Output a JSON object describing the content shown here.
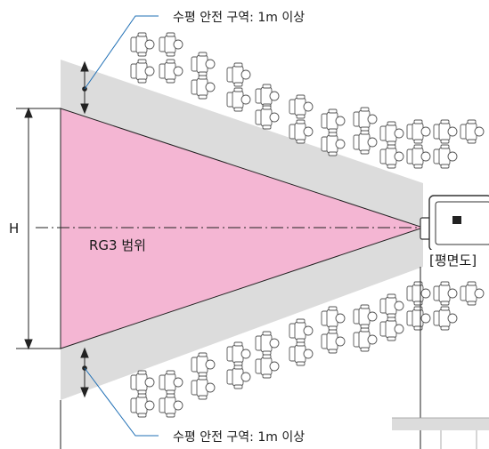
{
  "labels": {
    "safety_top": "수평 안전 구역: 1m 이상",
    "safety_bottom": "수평 안전 구역: 1m 이상",
    "height": "H",
    "rg3_range": "RG3 범위",
    "plan_view": "[평면도]"
  },
  "colors": {
    "safety_zone": "#dcdcdc",
    "rg3_zone": "#f4b6d3",
    "rg3_edge": "#222222",
    "leader": "#1f6fb5",
    "people_outline": "#555555"
  },
  "icons": {
    "audience": "seated-person-icon",
    "projector": "projector-icon"
  }
}
